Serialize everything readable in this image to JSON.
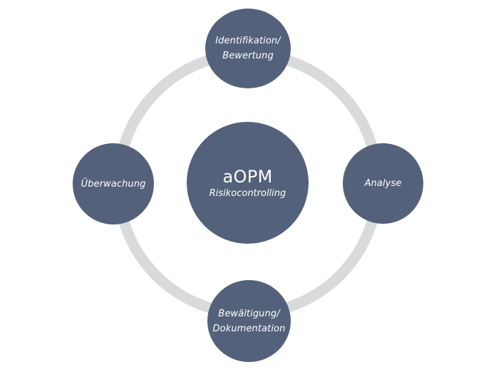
{
  "colors": {
    "node_fill": "#53627a",
    "ring": "#d9dadb",
    "text": "#ffffff",
    "background": "#ffffff"
  },
  "center": {
    "title": "aOPM",
    "subtitle": "Risikocontrolling"
  },
  "cycle_nodes": [
    {
      "lines": [
        "Identifikation/",
        "Bewertung"
      ]
    },
    {
      "lines": [
        "Analyse"
      ]
    },
    {
      "lines": [
        "Bewältigung/",
        "Dokumentation"
      ]
    },
    {
      "lines": [
        "Überwachung"
      ]
    }
  ]
}
